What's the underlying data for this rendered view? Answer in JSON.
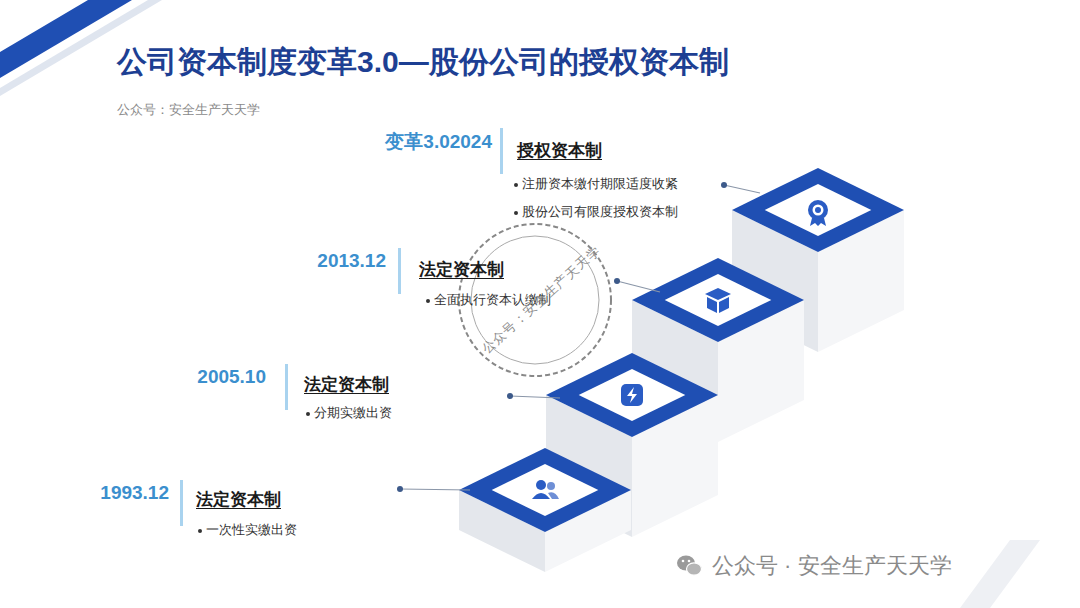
{
  "diagram": {
    "title": "公司资本制度变革3.0—股份公司的授权资本制",
    "labels": [
      "公众号：安全生产天天学",
      "变革3.02024",
      "授权资本制",
      "注册资本缴付期限适度收紧",
      "股份公司有限度授权资本制",
      "2013.12",
      "法定资本制",
      "全面执行资本认缴制",
      "2005.10",
      "法定资本制",
      "分期实缴出资",
      "1993.12",
      "法定资本制",
      "一次性实缴出资",
      "公众号：安全生产天天学",
      "公众号 · 安全生产天天学"
    ]
  }
}
